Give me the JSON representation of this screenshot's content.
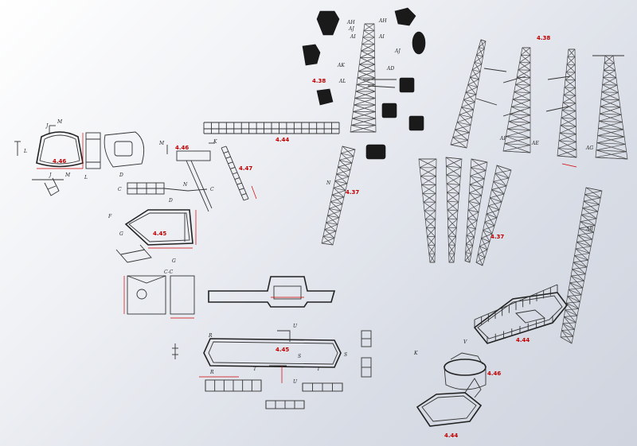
{
  "labels": [
    {
      "id": "l446a",
      "text": "4.46"
    },
    {
      "id": "l446b",
      "text": "4.46"
    },
    {
      "id": "l446c",
      "text": "4.46"
    },
    {
      "id": "l447",
      "text": "4.47"
    },
    {
      "id": "l445a",
      "text": "4.45"
    },
    {
      "id": "l445b",
      "text": "4.45"
    },
    {
      "id": "l444a",
      "text": "4.44"
    },
    {
      "id": "l444b",
      "text": "4.44"
    },
    {
      "id": "l444c",
      "text": "4.44"
    },
    {
      "id": "l437a",
      "text": "4.37"
    },
    {
      "id": "l437b",
      "text": "4.37"
    },
    {
      "id": "l438a",
      "text": "4.38"
    },
    {
      "id": "l438b",
      "text": "4.38"
    }
  ],
  "section_marks": [
    {
      "id": "sM1",
      "text": "M"
    },
    {
      "id": "sJ1",
      "text": "J"
    },
    {
      "id": "sL1",
      "text": "L"
    },
    {
      "id": "sL2",
      "text": "L"
    },
    {
      "id": "sM2",
      "text": "M"
    },
    {
      "id": "sJ2",
      "text": "J"
    },
    {
      "id": "sM3",
      "text": "M"
    },
    {
      "id": "sK1",
      "text": "K"
    },
    {
      "id": "sN1",
      "text": "N"
    },
    {
      "id": "sD1",
      "text": "D"
    },
    {
      "id": "sC1",
      "text": "C"
    },
    {
      "id": "sC2",
      "text": "C"
    },
    {
      "id": "sD2",
      "text": "D"
    },
    {
      "id": "sF1",
      "text": "F"
    },
    {
      "id": "sG1",
      "text": "G"
    },
    {
      "id": "sG2",
      "text": "G"
    },
    {
      "id": "sR1",
      "text": "R"
    },
    {
      "id": "sR2",
      "text": "R"
    },
    {
      "id": "sU1",
      "text": "U"
    },
    {
      "id": "sU2",
      "text": "U"
    },
    {
      "id": "sS1",
      "text": "S"
    },
    {
      "id": "sS2",
      "text": "S"
    },
    {
      "id": "sT1",
      "text": "T"
    },
    {
      "id": "sT2",
      "text": "T"
    },
    {
      "id": "sAH1",
      "text": "AH"
    },
    {
      "id": "sAH2",
      "text": "AH"
    },
    {
      "id": "sAI1",
      "text": "AI"
    },
    {
      "id": "sAI2",
      "text": "AI"
    },
    {
      "id": "sAJ1",
      "text": "AJ"
    },
    {
      "id": "sAJ2",
      "text": "AJ"
    },
    {
      "id": "sAK1",
      "text": "AK"
    },
    {
      "id": "sAL1",
      "text": "AL"
    },
    {
      "id": "sAD1",
      "text": "AD"
    },
    {
      "id": "sAF1",
      "text": "AF"
    },
    {
      "id": "sAE1",
      "text": "AE"
    },
    {
      "id": "sAG1",
      "text": "AG"
    },
    {
      "id": "sAB1",
      "text": "AB"
    },
    {
      "id": "sV1",
      "text": "V"
    },
    {
      "id": "sN2",
      "text": "N"
    },
    {
      "id": "sK2",
      "text": "K"
    }
  ]
}
